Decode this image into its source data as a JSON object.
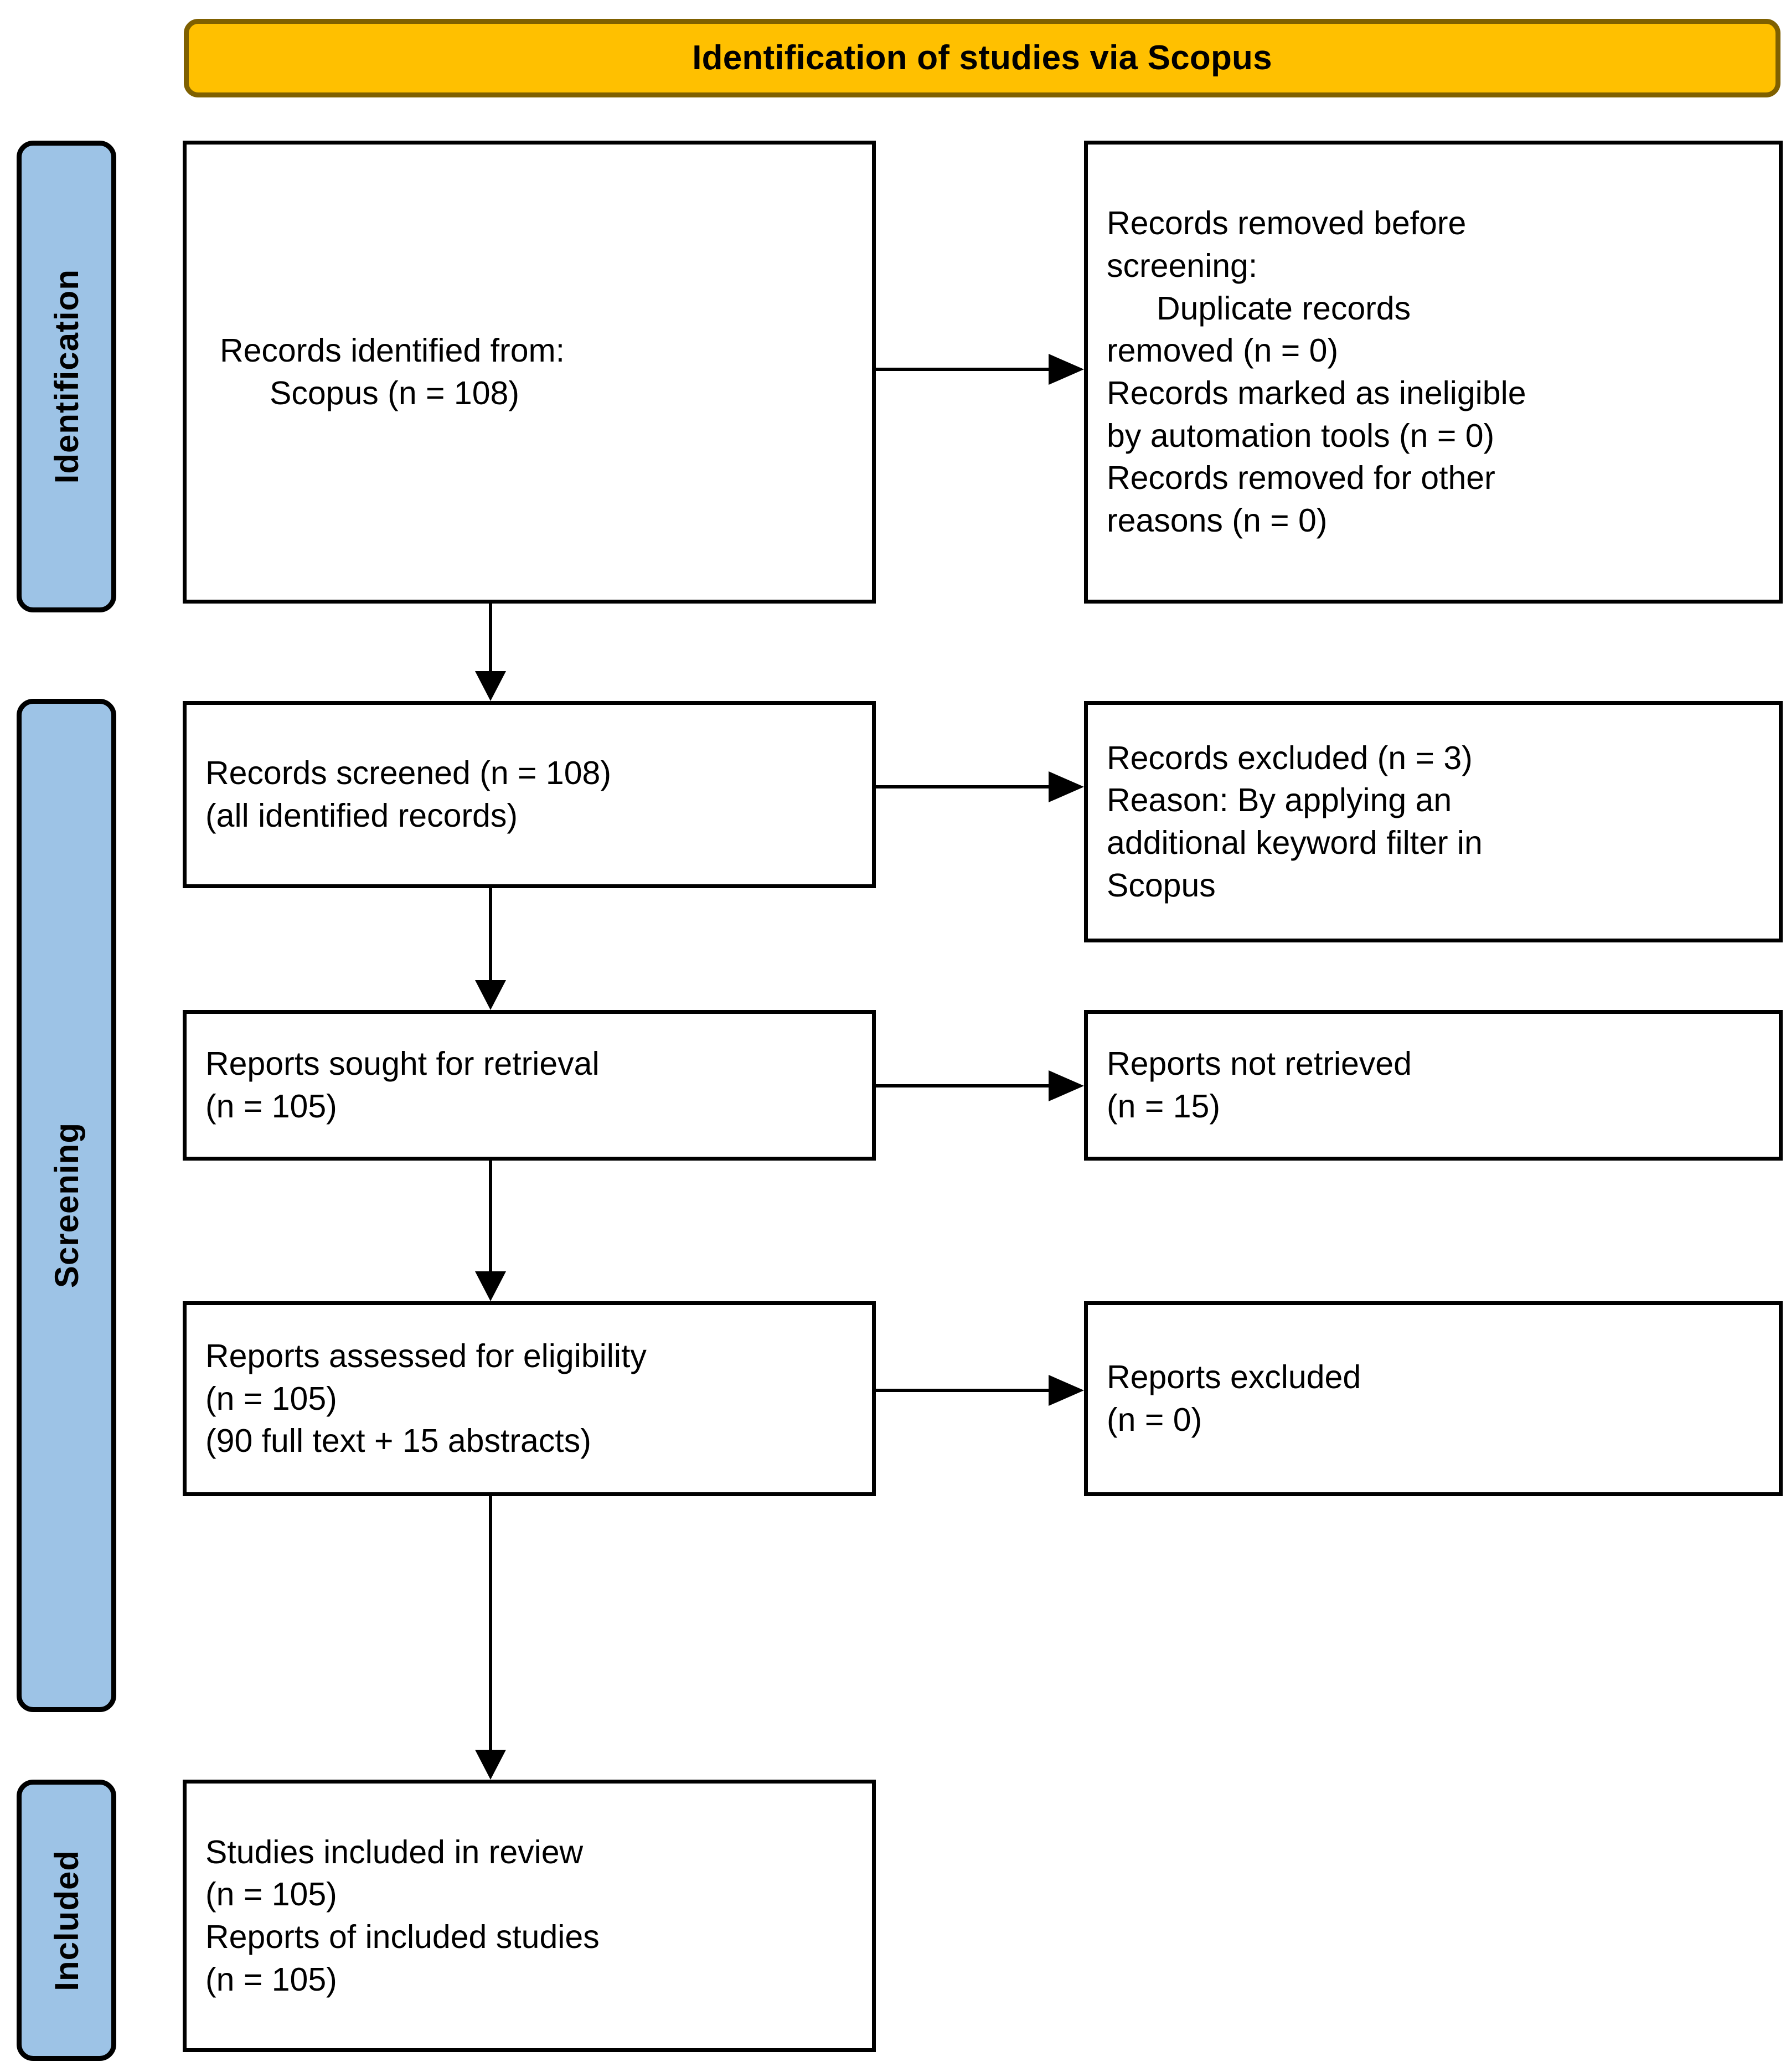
{
  "banner": {
    "title": "Identification of studies via Scopus",
    "fill_color": "#FFC000",
    "border_color": "#7F6000"
  },
  "phases": {
    "fill_color": "#9DC3E6",
    "border_color": "#000000",
    "identification": "Identification",
    "screening": "Screening",
    "included": "Included"
  },
  "boxes": {
    "identified": {
      "l1": "Records identified from:",
      "l2": "Scopus (n = 108)"
    },
    "removed": {
      "l1": "Records removed before",
      "l2": "screening:",
      "l3": "Duplicate records",
      "l4": "removed (n = 0)",
      "l5": "Records marked as ineligible",
      "l6": "by automation tools (n = 0)",
      "l7": "Records removed for other",
      "l8": "reasons (n = 0)"
    },
    "screened": {
      "l1": "Records screened (n = 108)",
      "l2": "(all identified records)"
    },
    "excluded": {
      "l1": "Records excluded (n = 3)",
      "l2": "Reason: By applying an",
      "l3": "additional keyword filter in",
      "l4": "Scopus"
    },
    "sought": {
      "l1": "Reports sought for retrieval",
      "l2": "(n = 105)"
    },
    "notretrieved": {
      "l1": "Reports not retrieved",
      "l2": "(n = 15)"
    },
    "assessed": {
      "l1": "Reports assessed for eligibility",
      "l2": "(n = 105)",
      "l3": "(90 full text + 15 abstracts)"
    },
    "repexcluded": {
      "l1": "Reports excluded",
      "l2": "(n = 0)"
    },
    "included": {
      "l1": "Studies included in review",
      "l2": "(n = 105)",
      "l3": "Reports of included studies",
      "l4": "(n = 105)"
    }
  },
  "arrows": {
    "identified_to_removed": "right-arrow-icon",
    "identified_to_screened": "down-arrow-icon",
    "screened_to_excluded": "right-arrow-icon",
    "screened_to_sought": "down-arrow-icon",
    "sought_to_notretrieved": "right-arrow-icon",
    "sought_to_assessed": "down-arrow-icon",
    "assessed_to_repexcluded": "right-arrow-icon",
    "assessed_to_included": "down-arrow-icon"
  }
}
